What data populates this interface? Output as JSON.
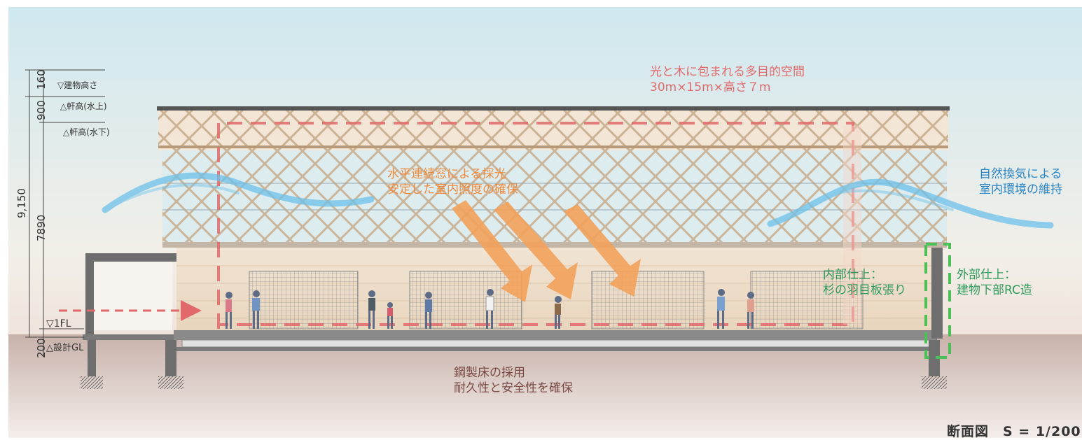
{
  "title_line1": "光と木に包まれる多目的空間",
  "title_line2": "30m×15m×高さ７m",
  "window_line1": "水平連続窓による採光",
  "window_line2": "安定した室内照度の確保",
  "vent_line1": "自然換気による",
  "vent_line2": "室内環境の維持",
  "interior_line1": "内部仕上：",
  "interior_line2": "杉の羽目板張り",
  "exterior_line1": "外部仕上：",
  "exterior_line2": "建物下部RC造",
  "floor_line1": "鋼製床の採用",
  "floor_line2": "耐久性と安全性を確保",
  "scale_label": "断面図　S = 1/200",
  "levels": {
    "building_height": "▽建物高さ",
    "eave_high": "△軒高(水上)",
    "eave_low": "△軒高(水下)",
    "floor_1fl": "▽1FL",
    "design_gl": "△設計GL"
  },
  "dims": {
    "d160": "160",
    "d900": "900",
    "d9150": "9,150",
    "d7890": "7890",
    "d200": "200"
  },
  "colors": {
    "sky": "#d8ecf2",
    "ground": "#bfa7a0",
    "wood": "#efe3d2",
    "accent_red": "#e2696b",
    "arrow_orange": "#f3a25b",
    "vent_blue": "#7fc8ea",
    "rc_green": "#4cc057"
  }
}
